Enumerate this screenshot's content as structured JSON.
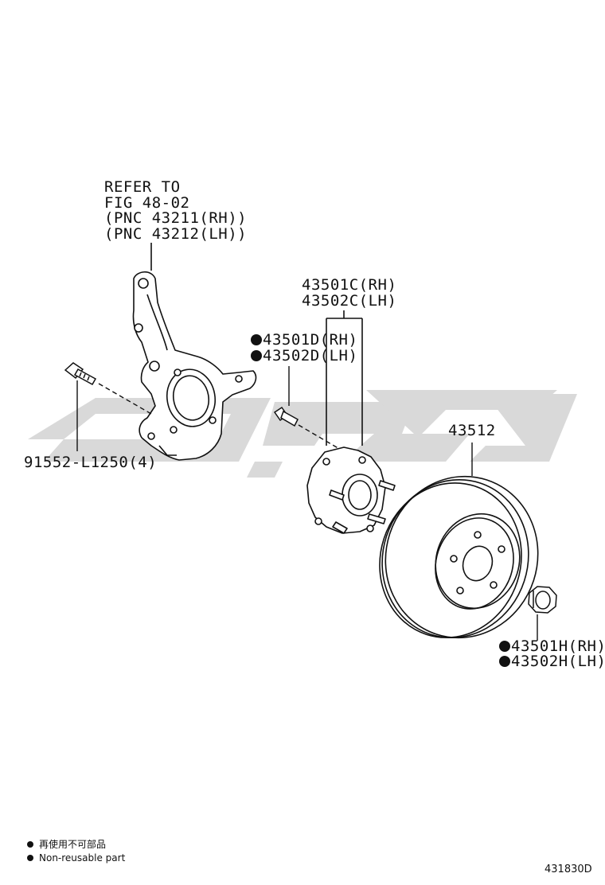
{
  "refer": {
    "line1": "REFER TO",
    "line2": "FIG 48-02",
    "line3": "(PNC 43211(RH))",
    "line4": "(PNC 43212(LH))"
  },
  "parts": {
    "hub_assy_rh": "43501C(RH)",
    "hub_assy_lh": "43502C(LH)",
    "hub_bolt_rh": "43501D(RH)",
    "hub_bolt_lh": "43502D(LH)",
    "knuckle_bolt": "91552-L1250(4)",
    "disc": "43512",
    "hub_nut_rh": "43501H(RH)",
    "hub_nut_lh": "43502H(LH)"
  },
  "legend": {
    "japanese": "再使用不可部品",
    "english": "Non-reusable part"
  },
  "figure_number": "431830D",
  "watermark_color": "#d6d6d6"
}
